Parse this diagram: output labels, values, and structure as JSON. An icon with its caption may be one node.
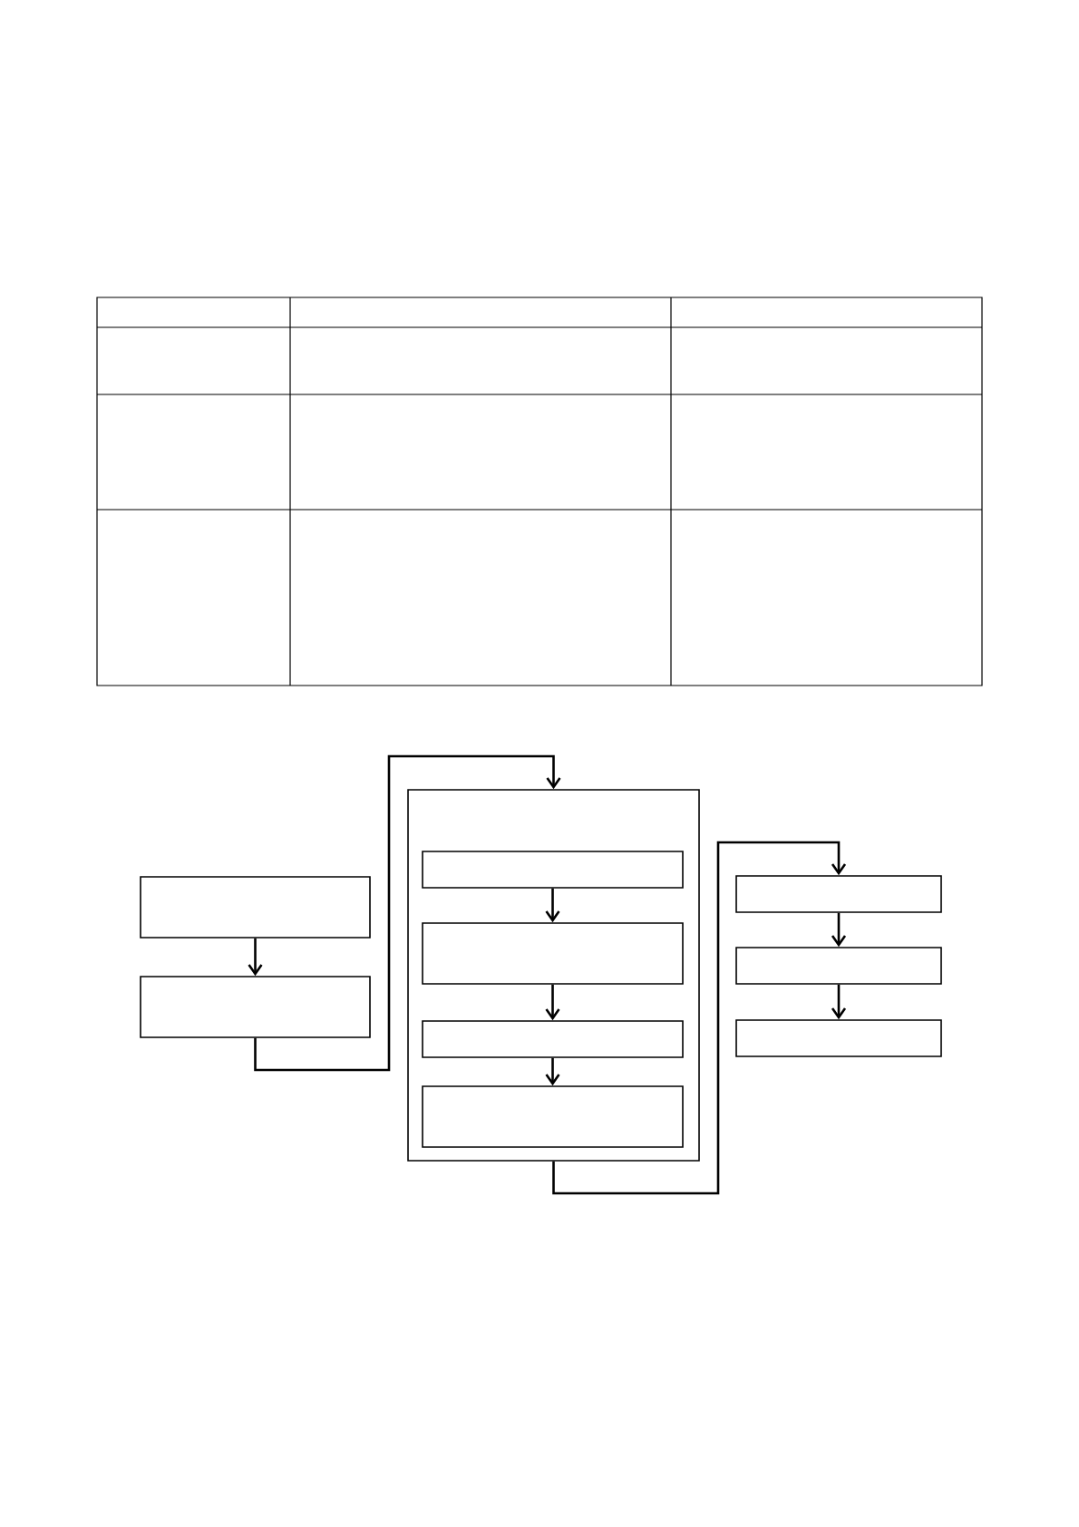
{
  "diagram": {
    "nodes": [
      {
        "text": [],
        "shape": "box"
      },
      {
        "text": [],
        "shape": "box"
      },
      {
        "text": [],
        "shape": "box"
      },
      {
        "text": [],
        "shape": "box",
        "in": 2
      },
      {
        "text": [],
        "shape": "box",
        "in": 2
      },
      {
        "text": [],
        "shape": "box",
        "in": 2
      },
      {
        "text": [],
        "shape": "box",
        "in": 2
      },
      {
        "text": [],
        "shape": "box"
      },
      {
        "text": [],
        "shape": "box"
      },
      {
        "text": [],
        "shape": "box"
      }
    ],
    "edges": [
      {
        "from": 0,
        "to": 1,
        "arrow": "to"
      },
      {
        "from": 1,
        "to": 2,
        "arrow": "to"
      },
      {
        "from": 3,
        "to": 4,
        "arrow": "to"
      },
      {
        "from": 4,
        "to": 5,
        "arrow": "to"
      },
      {
        "from": 5,
        "to": 6,
        "arrow": "to"
      },
      {
        "from": 2,
        "to": 7,
        "arrow": "to"
      },
      {
        "from": 7,
        "to": 8,
        "arrow": "to"
      },
      {
        "from": 8,
        "to": 9,
        "arrow": "to"
      }
    ]
  }
}
